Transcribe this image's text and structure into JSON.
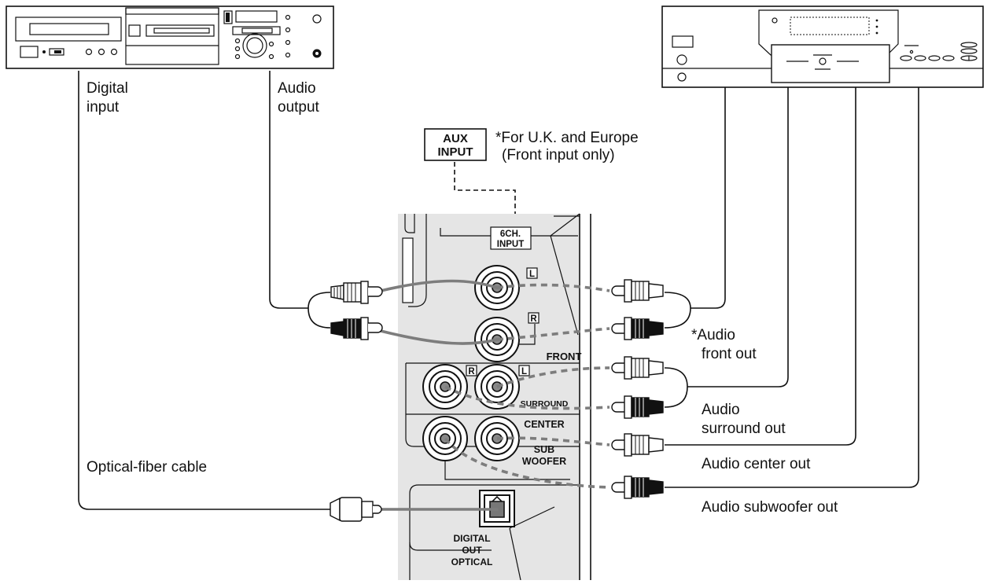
{
  "labels": {
    "digital_input": [
      "Digital",
      "input"
    ],
    "audio_output": [
      "Audio",
      "output"
    ],
    "aux_input": [
      "AUX",
      "INPUT"
    ],
    "aux_note": [
      "*For U.K. and Europe",
      "(Front input only)"
    ],
    "six_ch_input": [
      "6CH.",
      "INPUT"
    ],
    "jack_l": "L",
    "jack_r": "R",
    "front": "FRONT",
    "surround": "SURROUND",
    "center": "CENTER",
    "subwoofer": [
      "SUB",
      "WOOFER"
    ],
    "digital_out": [
      "DIGITAL",
      "OUT",
      "OPTICAL"
    ],
    "optical_cable": "Optical-fiber cable",
    "audio_front_out": [
      "*Audio",
      "front out"
    ],
    "audio_surround_out": [
      "Audio",
      "surround out"
    ],
    "audio_center_out": "Audio center out",
    "audio_subwoofer_out": "Audio subwoofer out"
  }
}
